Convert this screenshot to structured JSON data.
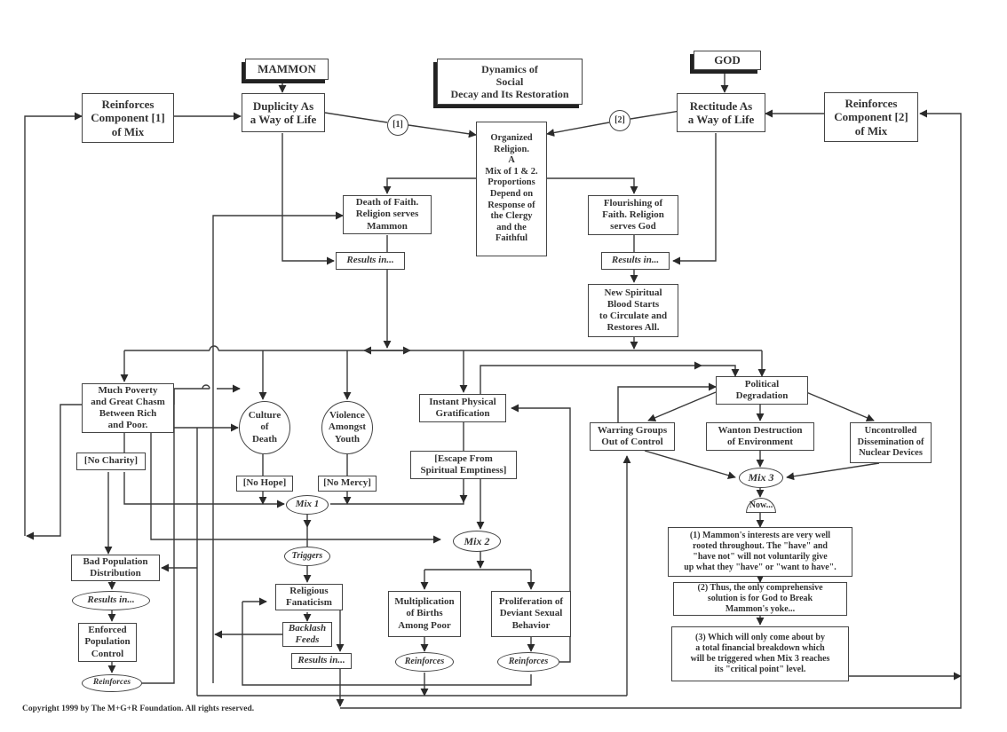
{
  "title": "Dynamics of\nSocial\nDecay and Its Restoration",
  "sources": {
    "mammon": "MAMMON",
    "god": "GOD"
  },
  "nodes": {
    "reinforces_1": "Reinforces\nComponent [1]\nof Mix",
    "duplicity": "Duplicity As\na Way of Life",
    "marker_1": "[1]",
    "organized_religion": "Organized\nReligion.\nA\nMix of 1 & 2.\nProportions\nDepend on\nResponse of\nthe Clergy\nand the\nFaithful",
    "marker_2": "[2]",
    "rectitude": "Rectitude  As\na Way of Life",
    "reinforces_2": "Reinforces\nComponent [2]\nof Mix",
    "death_of_faith": "Death of Faith.\nReligion serves\nMammon",
    "results_in_left": "Results in...",
    "flourishing": "Flourishing of\nFaith. Religion\nserves God",
    "results_in_right": "Results in...",
    "new_blood": "New Spiritual\nBlood Starts\nto Circulate and\nRestores All.",
    "poverty": "Much Poverty\nand Great Chasm\nBetween Rich\nand Poor.",
    "culture_of_death": "Culture\nof\nDeath",
    "violence": "Violence\nAmongst\nYouth",
    "instant_gratification": "Instant Physical\nGratification",
    "escape": "[Escape From\nSpiritual Emptiness]",
    "no_charity": "[No Charity]",
    "no_hope": "[No Hope]",
    "no_mercy": "[No Mercy]",
    "mix_1": "Mix 1",
    "mix_2": "Mix 2",
    "mix_3": "Mix 3",
    "triggers": "Triggers",
    "bad_population": "Bad Population\nDistribution",
    "results_in_pop": "Results in...",
    "enforced_population": "Enforced\nPopulation\nControl",
    "reinforces_pop": "Reinforces",
    "fanaticism": "Religious\nFanaticism",
    "backlash": "Backlash\nFeeds",
    "results_in_fanatic": "Results in...",
    "births": "Multiplication\nof Births\nAmong Poor",
    "deviant": "Proliferation of\nDeviant Sexual\nBehavior",
    "reinforces_births": "Reinforces",
    "reinforces_deviant": "Reinforces",
    "political": "Political\nDegradation",
    "warring": "Warring Groups\nOut of Control",
    "wanton": "Wanton Destruction\nof Environment",
    "nuclear": "Uncontrolled\nDissemination of\nNuclear Devices",
    "now": "Now...",
    "step_1": "(1) Mammon's interests are very well\nrooted throughout. The \"have\" and\n\"have not\" will not voluntarily give\nup what they \"have\" or \"want to have\".",
    "step_2": "(2) Thus, the only comprehensive\nsolution is for God to Break\nMammon's yoke...",
    "step_3": "(3) Which will only come about by\na total financial breakdown which\nwill be triggered when Mix 3 reaches\nits \"critical point\" level."
  },
  "copyright": "Copyright 1999 by The M+G+R Foundation. All rights reserved.",
  "colors": {
    "line": "#3a3a3a",
    "border": "#444444",
    "text": "#333333",
    "background": "#ffffff"
  }
}
